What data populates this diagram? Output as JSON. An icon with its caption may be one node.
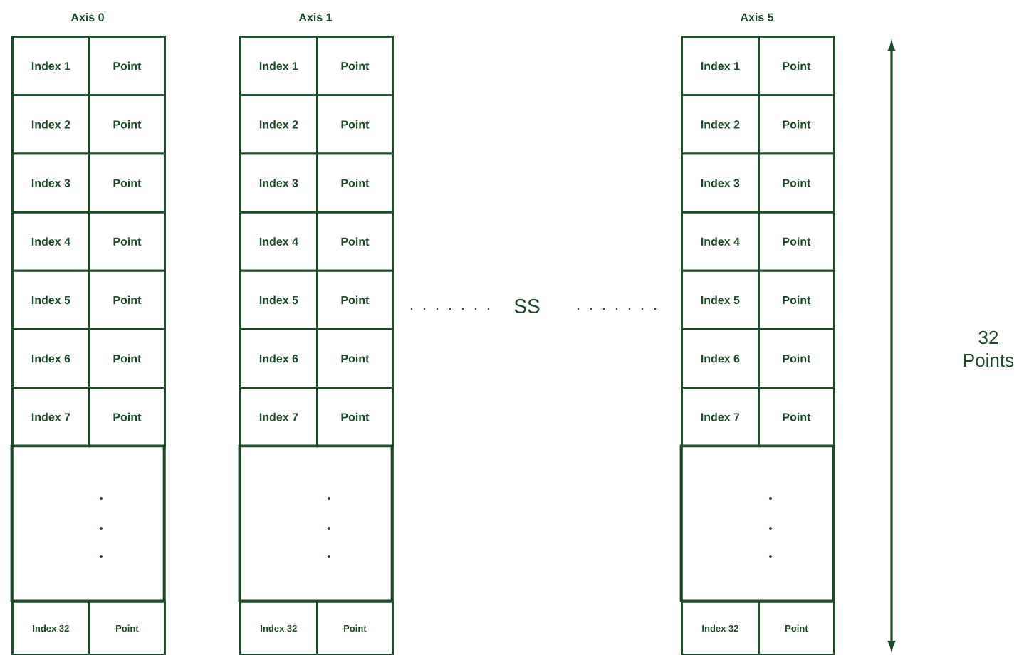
{
  "diagram": {
    "nodes": [
      {
        "text": [
          "Axis 0",
          "Index 1",
          "Point",
          "Index 2",
          "Point",
          "Index 3",
          "Point",
          "Index 4",
          "Point",
          "Index 5",
          "Point",
          "Index 6",
          "Point",
          "Index 7",
          "Point",
          "Index 32",
          "Point"
        ]
      },
      {
        "text": [
          "Axis 1",
          "Index 1",
          "Point",
          "Index 2",
          "Point",
          "Index 3",
          "Point",
          "Index 4",
          "Point",
          "Index 5",
          "Point",
          "Index 6",
          "Point",
          "Index 7",
          "Point",
          "Index 32",
          "Point"
        ]
      },
      {
        "text": [
          "Axis 5",
          "Index 1",
          "Point",
          "Index 2",
          "Point",
          "Index 3",
          "Point",
          "Index 4",
          "Point",
          "Index 5",
          "Point",
          "Index 6",
          "Point",
          "Index 7",
          "Point",
          "Index 32",
          "Point"
        ]
      }
    ],
    "labels": [
      "SS",
      "32 Points"
    ]
  }
}
